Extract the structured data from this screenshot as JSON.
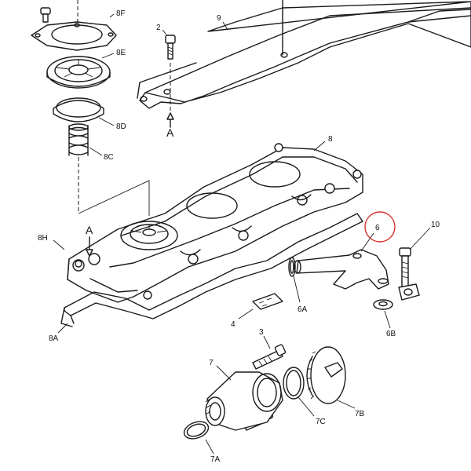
{
  "colors": {
    "line": "#1a1a1a",
    "background": "#ffffff",
    "highlight": "#d6302c"
  },
  "callouts": {
    "c8f": "8F",
    "c8e": "8E",
    "c8d": "8D",
    "c8c": "8C",
    "c2": "2",
    "c9": "9",
    "c8": "8",
    "c8h": "8H",
    "c6": "6",
    "c10": "10",
    "c6a": "6A",
    "c4": "4",
    "c6b": "6B",
    "c8a": "8A",
    "c3": "3",
    "c7": "7",
    "c7c": "7C",
    "c7b": "7B",
    "c7a": "7A"
  },
  "view_markers": {
    "upper": "A",
    "lower": "A"
  },
  "highlighted_callout": "6"
}
